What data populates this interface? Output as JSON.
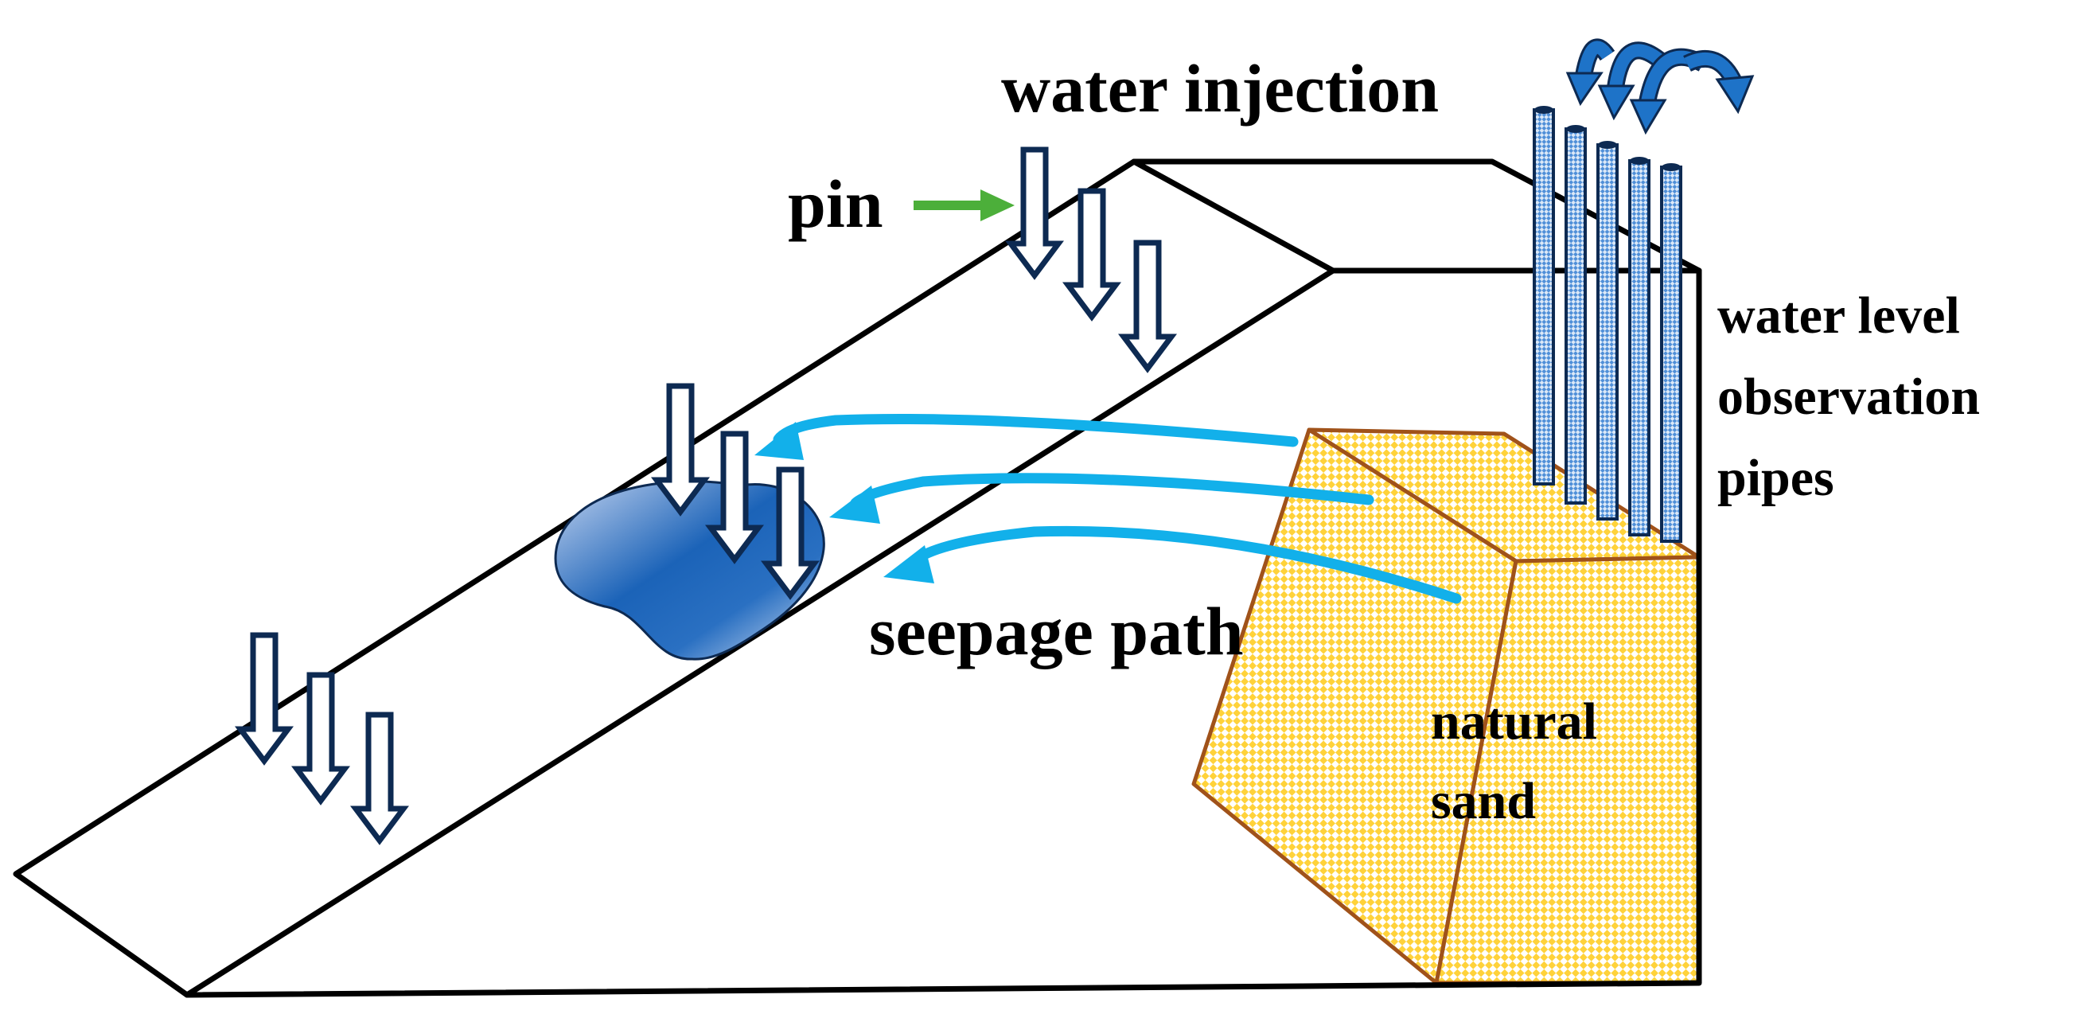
{
  "labels": {
    "water_injection": "water injection",
    "pin": "pin",
    "water_level_line1": "water level",
    "water_level_line2": "observation",
    "water_level_line3": "pipes",
    "seepage_path": "seepage path",
    "natural_line1": "natural",
    "natural_line2": "sand"
  },
  "icons": {
    "pin": "down-arrow-pin-icon",
    "pointer": "green-pointer-arrow-icon",
    "seepage": "curved-seepage-arrow-icon",
    "injection": "curved-injection-arrow-icon"
  },
  "colors": {
    "outline": "#000000",
    "pin_stroke": "#0d2a52",
    "pointer_arrow": "#4caf3a",
    "seepage_arrow": "#12b0ea",
    "seep_pool_dark": "#1b63b8",
    "seep_pool_light": "#c3d3ef",
    "sand_fill": "#ffd23a",
    "sand_edge": "#a0521a",
    "pipe_fill": "#4f8fd8",
    "injection_arrow": "#1e73c8"
  }
}
